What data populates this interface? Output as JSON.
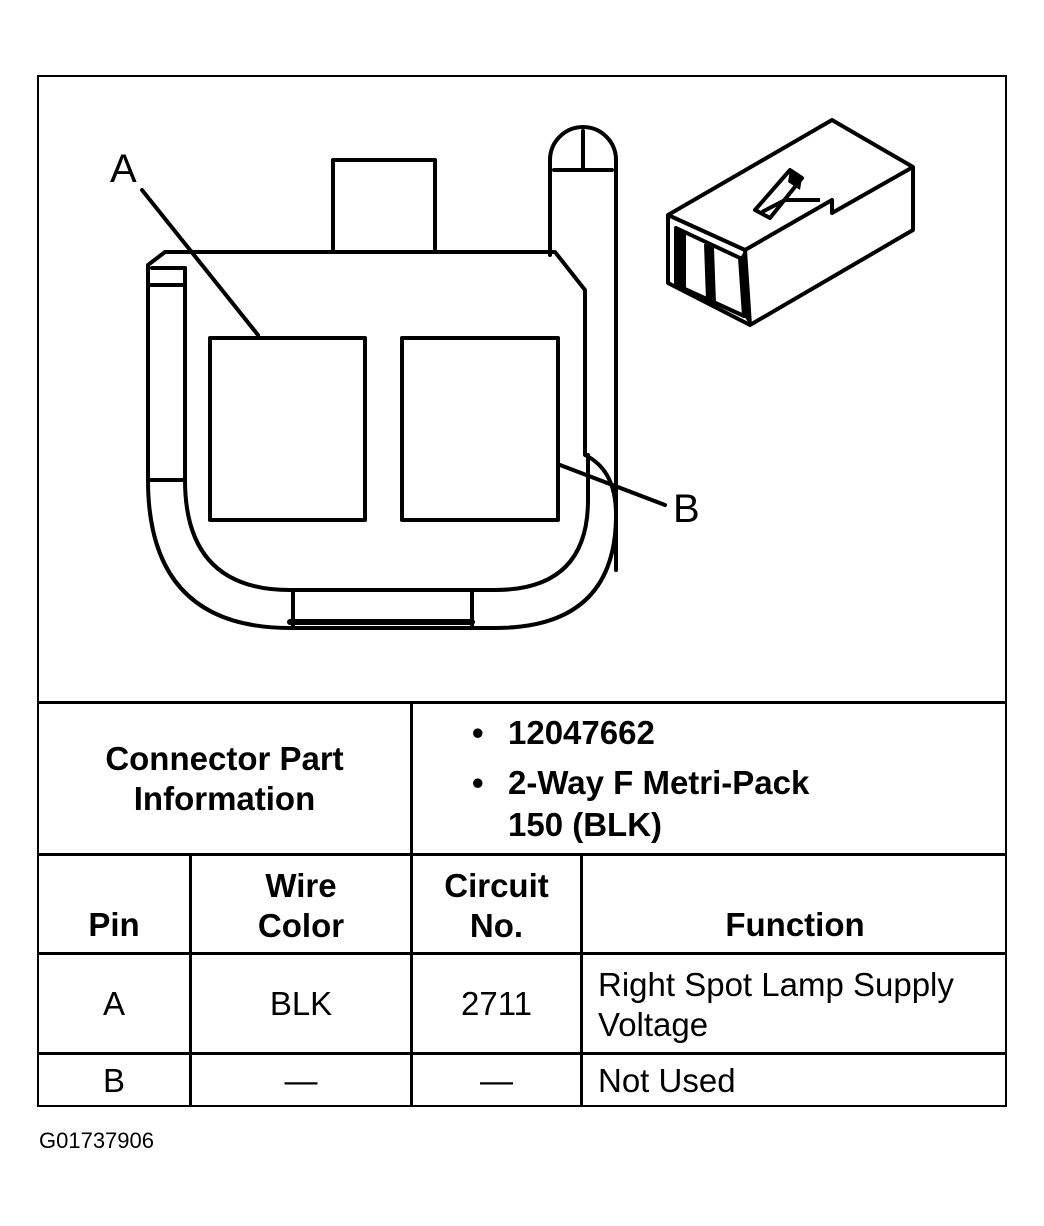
{
  "diagram": {
    "pin_labels": [
      "A",
      "B"
    ]
  },
  "info": {
    "label_line1": "Connector Part",
    "label_line2": "Information",
    "bullet": "•",
    "part_number": "12047662",
    "desc_line1": "2-Way F Metri-Pack",
    "desc_line2": "150 (BLK)"
  },
  "table": {
    "headers": {
      "pin": "Pin",
      "wire_color_1": "Wire",
      "wire_color_2": "Color",
      "circuit_1": "Circuit",
      "circuit_2": "No.",
      "function": "Function"
    },
    "rows": [
      {
        "pin": "A",
        "wire_color": "BLK",
        "circuit": "2711",
        "function_1": "Right Spot Lamp Supply",
        "function_2": "Voltage"
      },
      {
        "pin": "B",
        "wire_color": "—",
        "circuit": "—",
        "function_1": "Not Used",
        "function_2": ""
      }
    ]
  },
  "figure_code": "G01737906"
}
